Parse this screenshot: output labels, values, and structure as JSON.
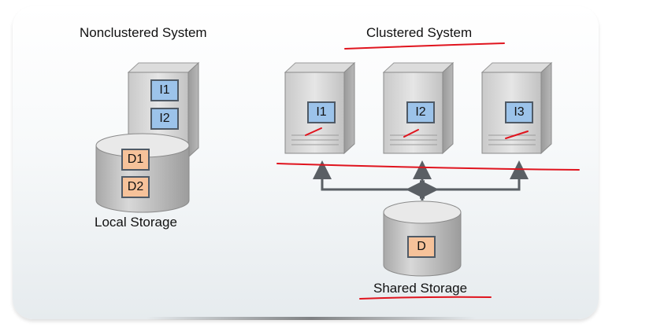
{
  "labels": {
    "nonclustered_title": "Nonclustered System",
    "clustered_title": "Clustered System",
    "local_storage": "Local Storage",
    "shared_storage": "Shared Storage"
  },
  "nonclustered": {
    "instances": [
      "I1",
      "I2"
    ],
    "datafiles": [
      "D1",
      "D2"
    ]
  },
  "clustered": {
    "instances": [
      "I1",
      "I2",
      "I3"
    ],
    "shared_datafile": "D"
  },
  "colors": {
    "instance_box": "#9cc3ea",
    "datafile_box": "#f6c29a",
    "annotation": "#e0141e",
    "connector": "#5a5f64"
  }
}
